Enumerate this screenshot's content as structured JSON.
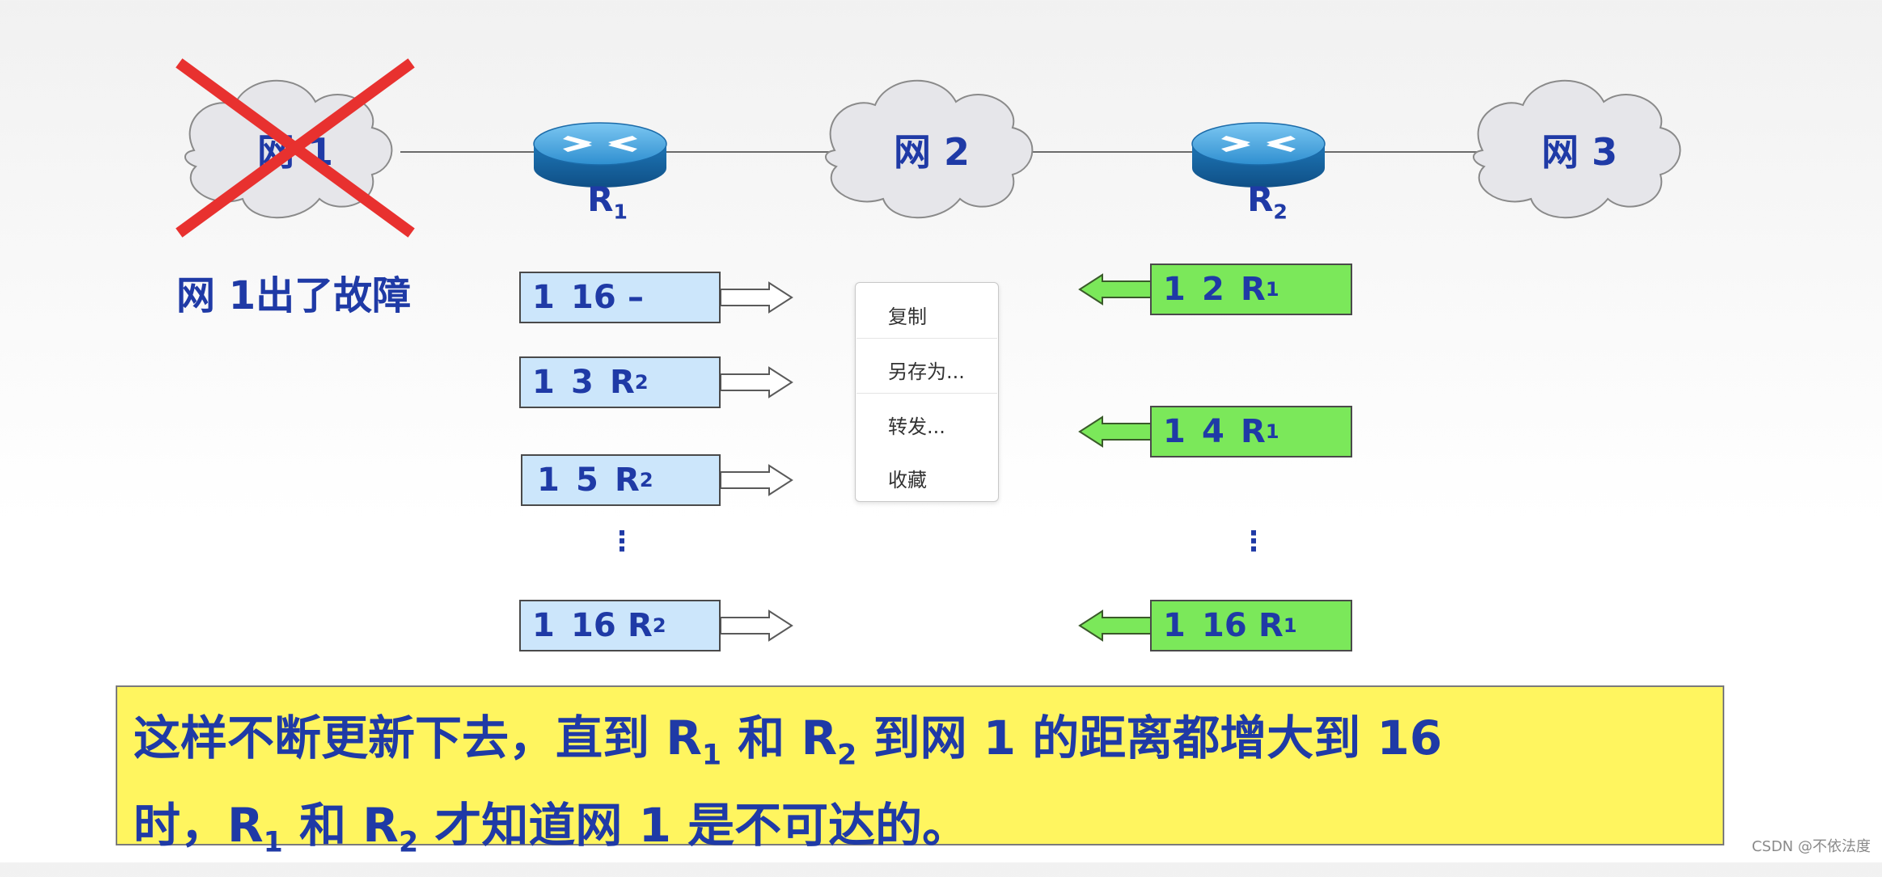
{
  "networks": {
    "net1": "网 1",
    "net2": "网 2",
    "net3": "网 3"
  },
  "routers": {
    "r1": "R",
    "r1_sub": "1",
    "r2": "R",
    "r2_sub": "2"
  },
  "fault_label": "网 1出了故障",
  "r1_table": [
    {
      "net": "1",
      "dist": "16",
      "hop": "–",
      "hop_sub": ""
    },
    {
      "net": "1",
      "dist": "3",
      "hop": "R",
      "hop_sub": "2"
    },
    {
      "net": "1",
      "dist": "5",
      "hop": "R",
      "hop_sub": "2"
    },
    {
      "net": "1",
      "dist": "16",
      "hop": "R",
      "hop_sub": "2"
    }
  ],
  "r2_table": [
    {
      "net": "1",
      "dist": "2",
      "hop": "R",
      "hop_sub": "1"
    },
    {
      "net": "1",
      "dist": "4",
      "hop": "R",
      "hop_sub": "1"
    },
    {
      "net": "1",
      "dist": "16",
      "hop": "R",
      "hop_sub": "1"
    }
  ],
  "ellipsis": "⋮",
  "note": {
    "l1_a": "这样不断更新下去，直到 R",
    "l1_s1": "1",
    "l1_b": "和 R",
    "l1_s2": "2",
    "l1_c": "到网 1 的距离都增大到 16",
    "l2_a": "时，R",
    "l2_s1": "1",
    "l2_b": "和 R",
    "l2_s2": "2",
    "l2_c": "才知道网 1 是不可达的。"
  },
  "context_menu": {
    "copy": "复制",
    "save_as": "另存为...",
    "forward": "转发...",
    "favorite": "收藏"
  },
  "watermark": "CSDN @不依法度",
  "colors": {
    "label_blue": "#1f3aa6",
    "blue_box": "#cce6fb",
    "green_box": "#7be85a",
    "note_bg": "#fff55f",
    "cross_red": "#e8312f"
  }
}
